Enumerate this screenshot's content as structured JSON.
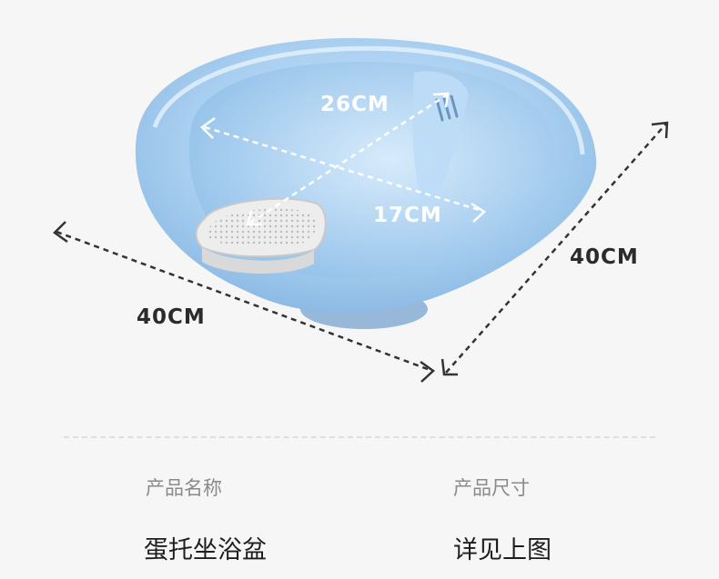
{
  "dimensions": {
    "inner_length": "26CM",
    "inner_width": "17CM",
    "outer_left": "40CM",
    "outer_right": "40CM"
  },
  "specs": {
    "name_label": "产品名称",
    "name_value": "蛋托坐浴盆",
    "size_label": "产品尺寸",
    "size_value": "详见上图"
  },
  "colors": {
    "background": "#f6f6f6",
    "basin": "#a9cff0",
    "seat": "#dcdcdc"
  }
}
